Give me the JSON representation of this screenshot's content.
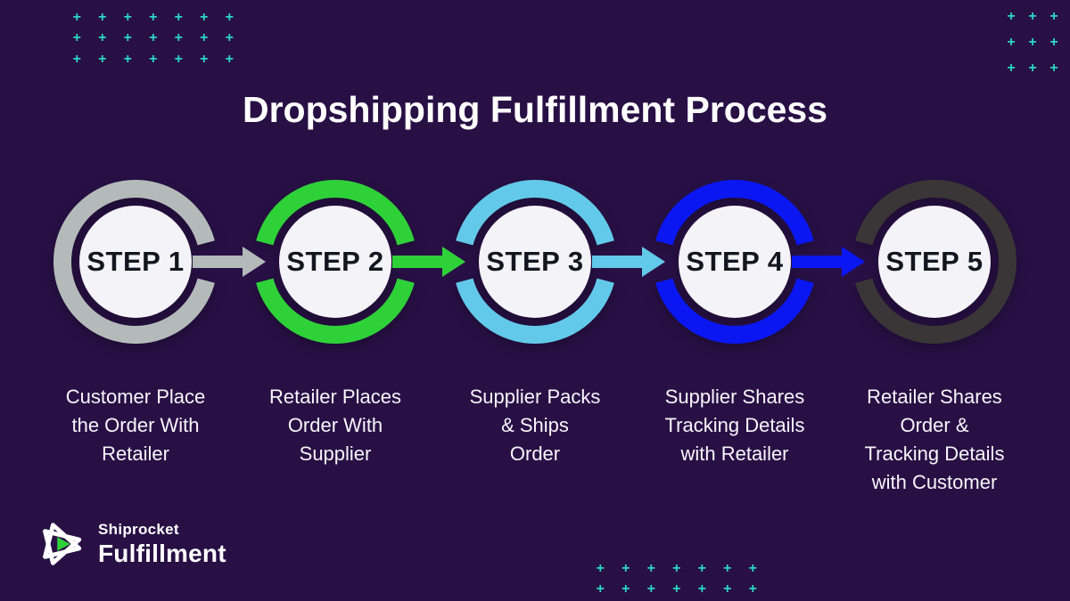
{
  "title": "Dropshipping Fulfillment Process",
  "steps": [
    {
      "label": "STEP 1",
      "color": "#b4bab9",
      "description": "Customer Place\nthe Order With\nRetailer"
    },
    {
      "label": "STEP 2",
      "color": "#2fd139",
      "description": "Retailer Places\nOrder With\nSupplier"
    },
    {
      "label": "STEP 3",
      "color": "#63c9ea",
      "description": "Supplier Packs\n& Ships\nOrder"
    },
    {
      "label": "STEP 4",
      "color": "#0a17f3",
      "description": "Supplier Shares\nTracking Details\nwith Retailer"
    },
    {
      "label": "STEP 5",
      "color": "#3a3536",
      "description": "Retailer Shares\nOrder &\nTracking Details\nwith Customer"
    }
  ],
  "logo": {
    "brand": "Shiprocket",
    "product": "Fulfillment"
  },
  "decor": {
    "plus": "+"
  },
  "colors": {
    "background": "#281045",
    "accent_teal": "#2bd6c5",
    "inner_circle": "#f4f3f7",
    "step_text": "#15151f",
    "logo_green": "#2fd139"
  }
}
